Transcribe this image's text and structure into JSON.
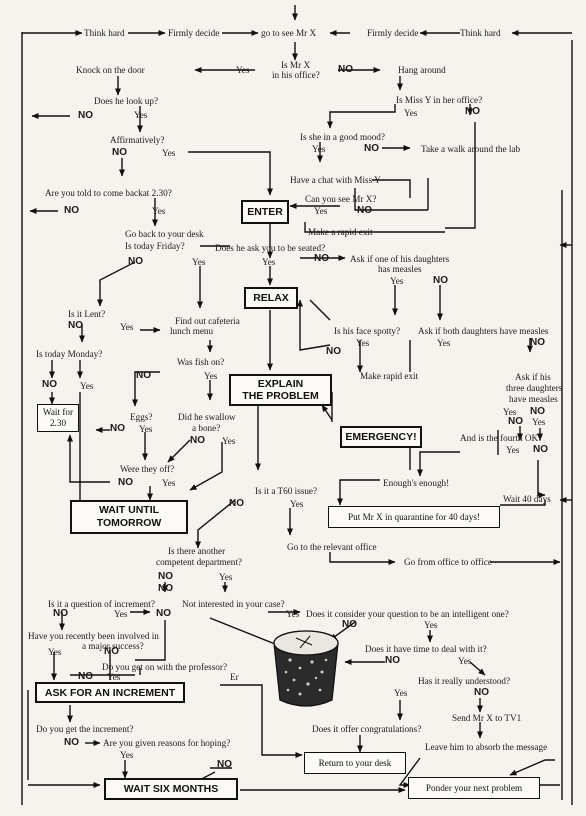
{
  "top_row": {
    "think_hard_left": "Think hard",
    "firmly_decide_left": "Firmly decide",
    "go_to_see": "go to see Mr X",
    "firmly_decide_right": "Firmly decide",
    "think_hard_right": "Think hard"
  },
  "nodes": {
    "knock": "Knock on the door",
    "is_mr_x": "Is Mr X",
    "in_office": "in his office?",
    "hang_around": "Hang around",
    "look_up": "Does he look up?",
    "miss_y_office": "Is Miss Y in her office?",
    "affirmatively": "Affirmatively?",
    "good_mood": "Is she in a good mood?",
    "walk_lab": "Take a walk around the lab",
    "chat_miss_y": "Have a chat with Miss Y",
    "come_back": "Are you told to come backat 2.30?",
    "can_you_see": "Can you see Mr X?",
    "rapid_exit": "Make a rapid exit",
    "go_back_desk": "Go back to your desk",
    "is_friday": "Is today Friday?",
    "asked_seated": "Does he ask you to be seated?",
    "daughters_measles": "Ask if one of his daughters",
    "has_measles": "has measles",
    "is_lent": "Is it Lent?",
    "cafeteria": "Find out cafeteria",
    "lunch_menu": "lunch menu",
    "face_spotty": "Is his face spotty?",
    "both_daughters": "Ask if both daughters have measles",
    "is_monday": "Is today Monday?",
    "fish_on": "Was fish on?",
    "make_rapid_exit": "Make rapid exit",
    "ask_three": "Ask if his",
    "three_daughters": "three daughters",
    "have_measles": "have measles",
    "wait_for": "Wait for",
    "time_230": "2.30",
    "eggs": "Eggs?",
    "swallow_bone": "Did he swallow",
    "a_bone": "a bone?",
    "fourth_ok": "And is the fourth OK?",
    "were_they_off": "Were they off?",
    "enoughs_enough": "Enough's enough!",
    "wait_40": "Wait 40 days",
    "t60": "Is it a T60 issue?",
    "quarantine": "Put Mr X in quarantine for 40 days!",
    "relevant_office": "Go to the relevant office",
    "another_dept": "Is there another",
    "competent_dept": "competent department?",
    "office_to_office": "Go from office to office",
    "increment_q": "Is it a question of increment?",
    "not_interested": "Not interested in your case?",
    "intelligent": "Does it consider your question to be an intelligent one?",
    "major_success": "Have you recently been involved in",
    "major_success2": "a major success?",
    "time_to_deal": "Does it have time to deal with it?",
    "get_on_prof": "Do you get on with the professor?",
    "understood": "Has it really understood?",
    "get_increment": "Do you get the increment?",
    "congratulations": "Does it offer congratulations?",
    "send_tv1": "Send Mr X to TV1",
    "reasons": "Are you given reasons for hoping?",
    "absorb": "Leave him to absorb the message"
  },
  "boxes": {
    "enter": "ENTER",
    "relax": "RELAX",
    "explain1": "EXPLAIN",
    "explain2": "THE PROBLEM",
    "emergency": "EMERGENCY!",
    "wait_tomorrow1": "WAIT UNTIL",
    "wait_tomorrow2": "TOMORROW",
    "ask_increment": "ASK FOR AN INCREMENT",
    "wait_six": "WAIT SIX MONTHS",
    "return_desk": "Return to your desk",
    "ponder": "Ponder your next problem"
  },
  "answers": {
    "yes": "Yes",
    "no": "NO",
    "er": "Er"
  },
  "colors": {
    "paper": "#f4f3ee",
    "ink": "#111111"
  }
}
